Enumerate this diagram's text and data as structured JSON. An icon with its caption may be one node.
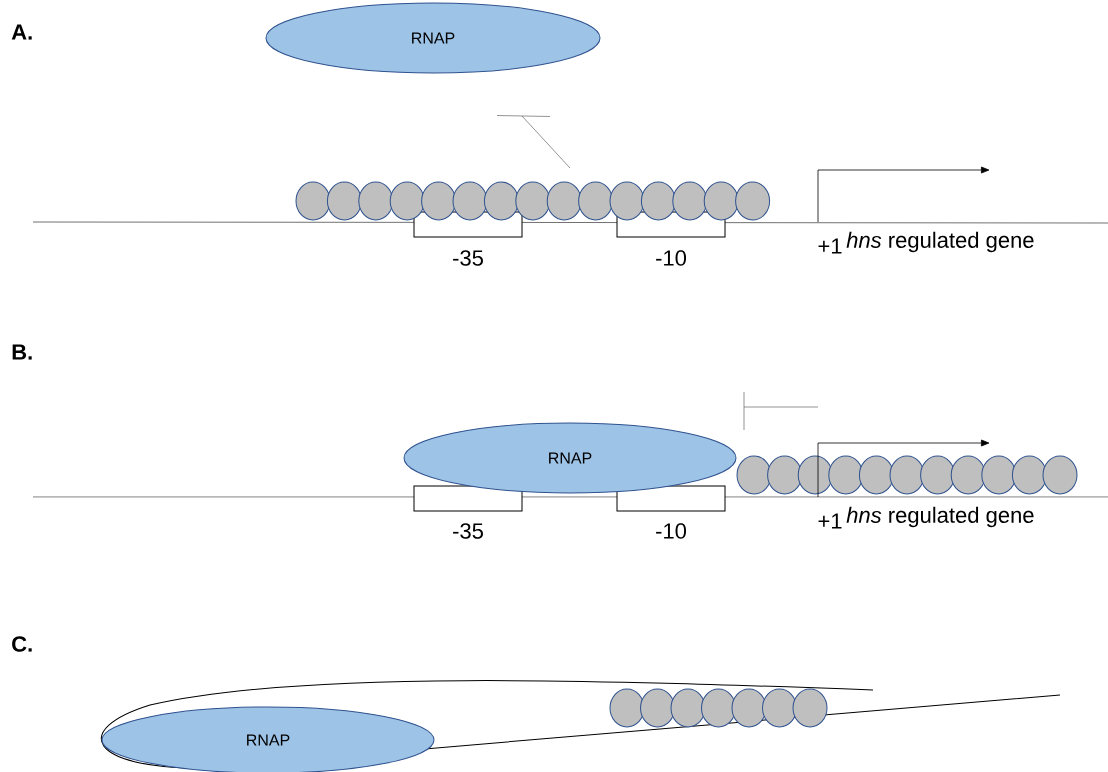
{
  "diagram": {
    "nodes": [
      {
        "text": [
          "RNAP"
        ]
      },
      {
        "text": [],
        "shape": "circle"
      },
      {
        "text": [],
        "shape": "circle"
      },
      {
        "text": [],
        "shape": "circle"
      },
      {
        "text": [],
        "shape": "circle"
      },
      {
        "text": [],
        "shape": "circle"
      },
      {
        "text": [],
        "shape": "circle"
      },
      {
        "text": [],
        "shape": "circle"
      },
      {
        "text": [],
        "shape": "circle"
      },
      {
        "text": [],
        "shape": "circle"
      },
      {
        "text": [],
        "shape": "circle"
      },
      {
        "text": [],
        "shape": "circle"
      },
      {
        "text": [],
        "shape": "circle"
      },
      {
        "text": [],
        "shape": "circle"
      },
      {
        "text": [],
        "shape": "circle"
      },
      {
        "text": [],
        "shape": "circle"
      },
      {
        "text": [
          "-35"
        ]
      },
      {
        "text": [
          "-10"
        ]
      },
      {
        "text": [
          "RNAP"
        ]
      },
      {
        "text": [],
        "shape": "circle"
      },
      {
        "text": [],
        "shape": "circle"
      },
      {
        "text": [],
        "shape": "circle"
      },
      {
        "text": [],
        "shape": "circle"
      },
      {
        "text": [],
        "shape": "circle"
      },
      {
        "text": [],
        "shape": "circle"
      },
      {
        "text": [],
        "shape": "circle"
      },
      {
        "text": [],
        "shape": "circle"
      },
      {
        "text": [],
        "shape": "circle"
      },
      {
        "text": [],
        "shape": "circle"
      },
      {
        "text": [],
        "shape": "circle"
      },
      {
        "text": [
          "-35"
        ]
      },
      {
        "text": [
          "-10"
        ]
      },
      {
        "text": [
          "RNAP"
        ]
      },
      {
        "text": [],
        "shape": "circle"
      },
      {
        "text": [],
        "shape": "circle"
      },
      {
        "text": [],
        "shape": "circle"
      },
      {
        "text": [],
        "shape": "circle"
      },
      {
        "text": [],
        "shape": "circle"
      },
      {
        "text": [],
        "shape": "circle"
      },
      {
        "text": [],
        "shape": "circle"
      }
    ],
    "labels": [
      "A.",
      "+1",
      "*hns* regulated gene",
      "B.",
      "+1",
      "*hns* regulated gene",
      "C."
    ]
  }
}
